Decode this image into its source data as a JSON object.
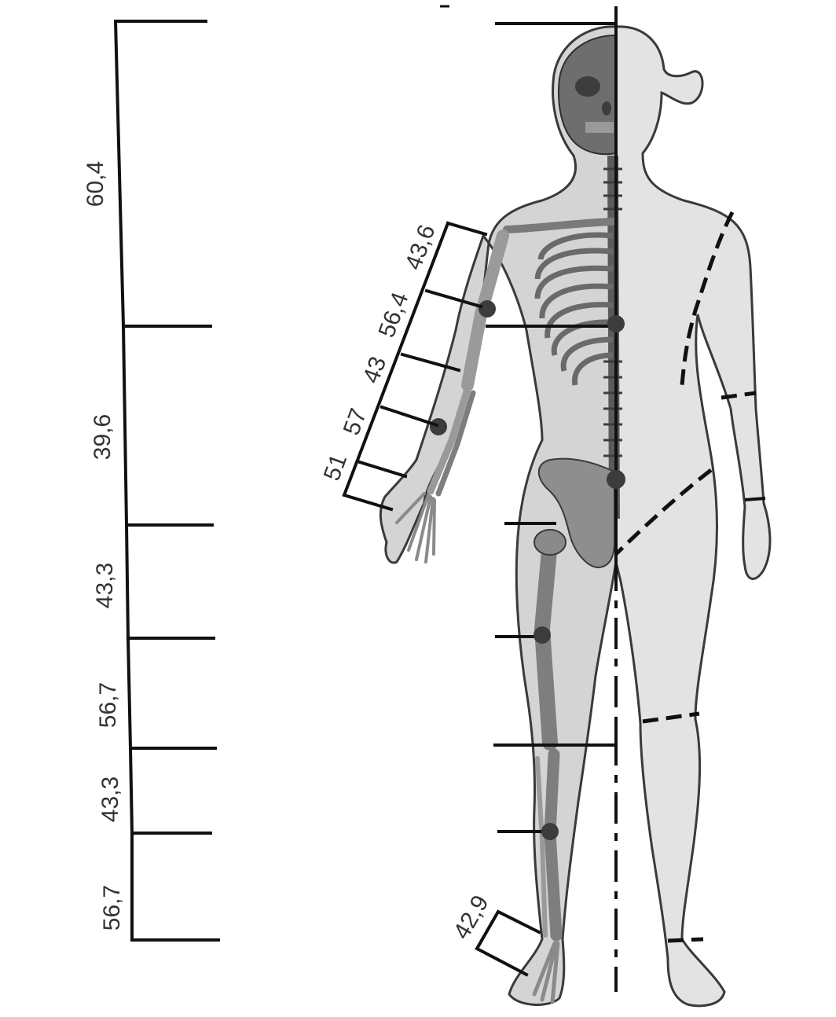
{
  "left_scale": {
    "labels": [
      "60,4",
      "39,6",
      "43,3",
      "56,7",
      "43,3",
      "56,7"
    ]
  },
  "arm_scale": {
    "labels": [
      "43,6",
      "56,4",
      "43",
      "57",
      "51"
    ]
  },
  "foot_label": "42,9",
  "colors": {
    "line": "#111111",
    "text": "#333333",
    "body_fill": "#dcdcdc",
    "body_outline": "#3a3a3a",
    "bone": "#8a8a8a",
    "bone_dark": "#5a5a5a",
    "dot": "#3c3c3c"
  }
}
